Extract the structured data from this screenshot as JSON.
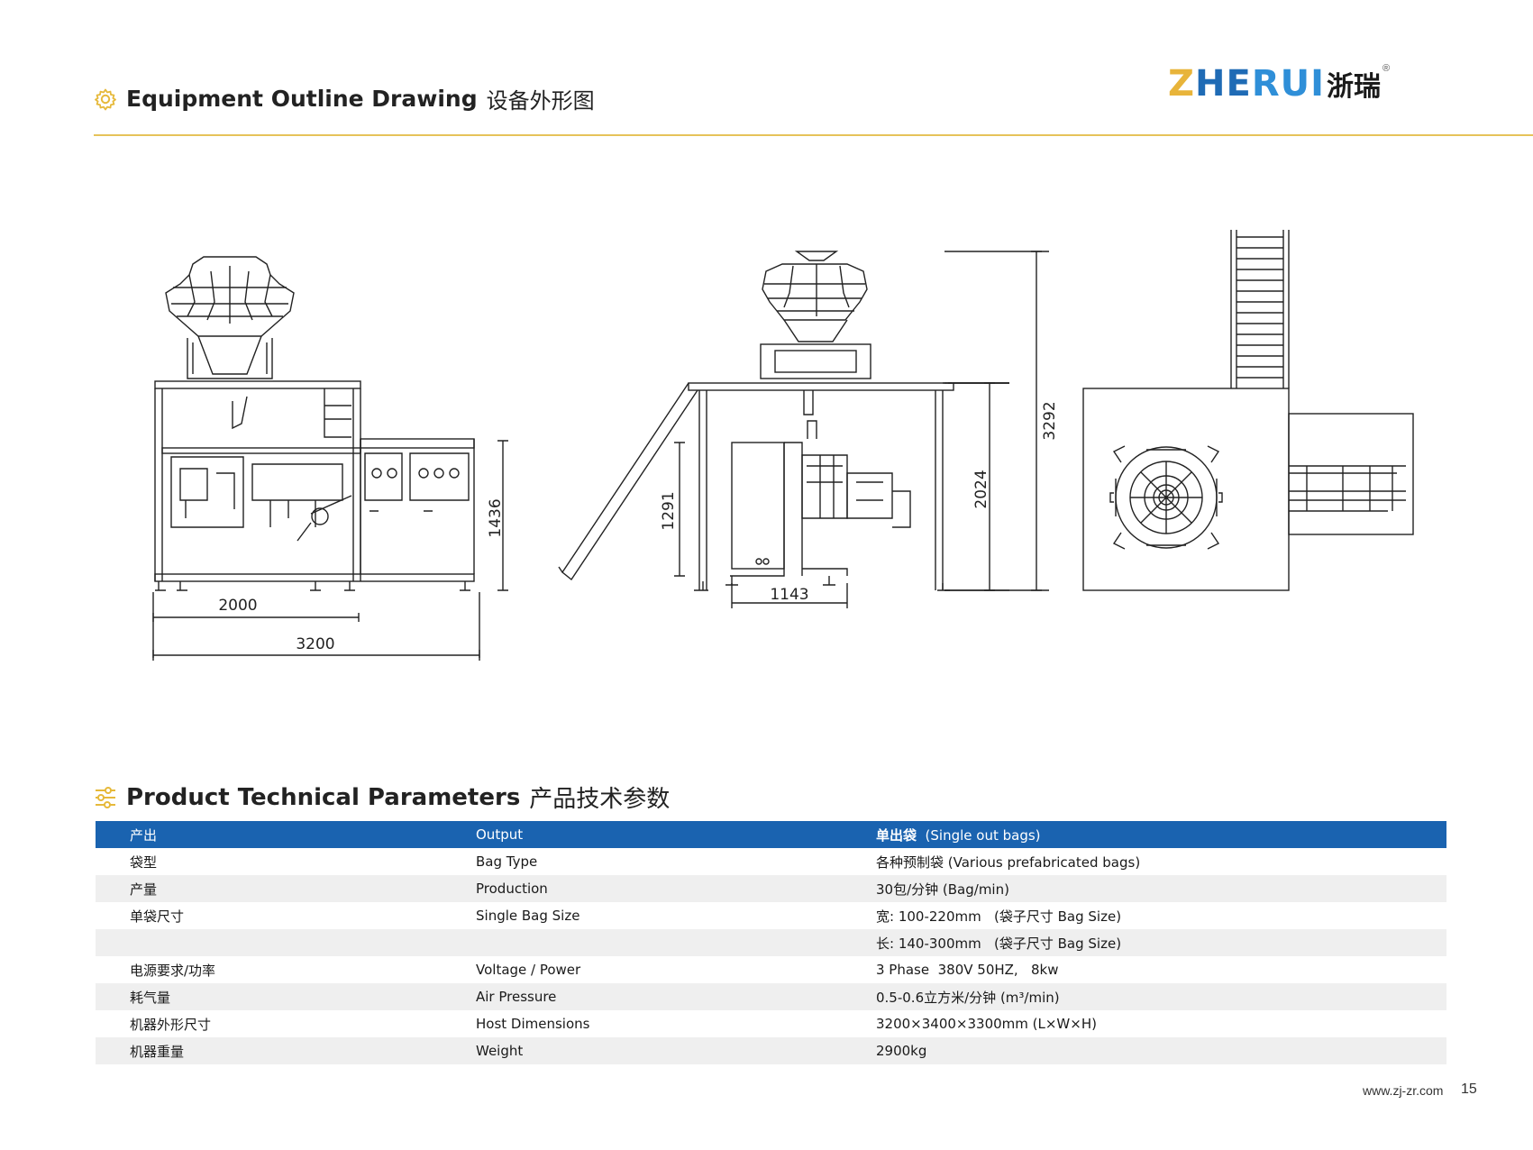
{
  "header": {
    "title_en": "Equipment Outline Drawing",
    "title_cn": "设备外形图",
    "icon": "gear-icon",
    "accent_color": "#e6c35a"
  },
  "logo": {
    "text_z": "Z",
    "text_he": "HE",
    "text_rui": "RUI",
    "text_cn": "浙瑞",
    "reg": "®"
  },
  "drawing": {
    "dims": {
      "front_width_inner": "2000",
      "front_width_total": "3200",
      "front_height": "1436",
      "side_height_low": "1291",
      "side_depth": "1143",
      "side_height_mid": "2024",
      "side_height_total": "3292"
    }
  },
  "params_section": {
    "title_en": "Product Technical Parameters",
    "title_cn": "产品技术参数",
    "icon": "sliders-icon",
    "header_color": "#1a63b0"
  },
  "params_rows": [
    {
      "cn": "产出",
      "en": "Output",
      "value_bold": "单出袋",
      "value": "  (Single out bags)"
    },
    {
      "cn": "袋型",
      "en": "Bag Type",
      "value_bold": "",
      "value": "各种预制袋 (Various prefabricated bags)"
    },
    {
      "cn": "产量",
      "en": "Production",
      "value_bold": "",
      "value": "30包/分钟 (Bag/min)"
    },
    {
      "cn": "单袋尺寸",
      "en": "Single Bag Size",
      "value_bold": "",
      "value": "宽: 100-220mm   (袋子尺寸 Bag Size)"
    },
    {
      "cn": "",
      "en": "",
      "value_bold": "",
      "value": "长: 140-300mm   (袋子尺寸 Bag Size)"
    },
    {
      "cn": "电源要求/功率",
      "en": "Voltage / Power",
      "value_bold": "",
      "value": "3 Phase  380V 50HZ,   8kw"
    },
    {
      "cn": "耗气量",
      "en": "Air Pressure",
      "value_bold": "",
      "value": "0.5-0.6立方米/分钟 (m³/min)"
    },
    {
      "cn": "机器外形尺寸",
      "en": "Host Dimensions",
      "value_bold": "",
      "value": "3200×3400×3300mm (L×W×H)"
    },
    {
      "cn": "机器重量",
      "en": "Weight",
      "value_bold": "",
      "value": "2900kg"
    }
  ],
  "footer": {
    "url": "www.zj-zr.com",
    "page": "15"
  }
}
